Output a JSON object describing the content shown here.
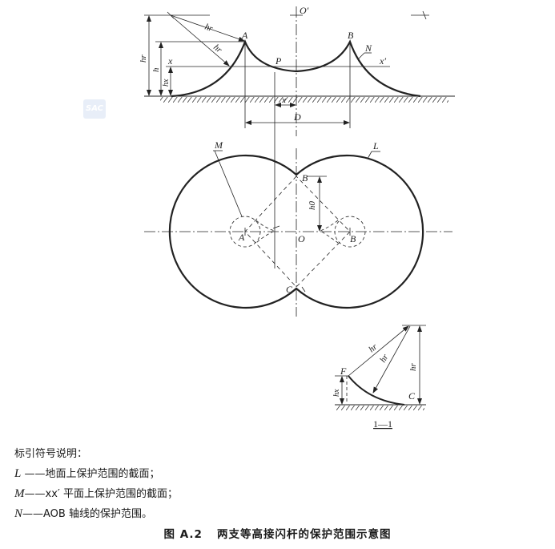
{
  "watermark": "SAC",
  "elevation_view": {
    "labels": {
      "A": "A",
      "B": "B",
      "O_prime": "O′",
      "P": "P",
      "N": "N",
      "x": "x",
      "x_prime": "x′",
      "hr_1": "hr",
      "hr_2": "hr",
      "hr_vertical": "hr",
      "h": "h",
      "hx": "hx",
      "x_dim": "x",
      "D": "D"
    }
  },
  "plan_view": {
    "labels": {
      "M": "M",
      "L": "L",
      "A": "A",
      "B_top": "B",
      "B_right": "B",
      "O": "O",
      "C": "C",
      "h0": "h0"
    }
  },
  "section_view": {
    "labels": {
      "F": "F",
      "C": "C",
      "hr_1": "hr",
      "hr_2": "hr",
      "hr_vertical": "hr",
      "hx": "hx"
    },
    "title": "1—1"
  },
  "legend": {
    "heading": "标引符号说明：",
    "items": [
      {
        "symbol": "L",
        "dash": " ——",
        "text": "地面上保护范围的截面；"
      },
      {
        "symbol": "M",
        "dash": "——",
        "text": "xx′ 平面上保护范围的截面；"
      },
      {
        "symbol": "N",
        "dash": "——",
        "text": "AOB 轴线的保护范围。"
      }
    ]
  },
  "caption": {
    "number": "图 A.2",
    "title": "两支等高接闪杆的保护范围示意图"
  }
}
